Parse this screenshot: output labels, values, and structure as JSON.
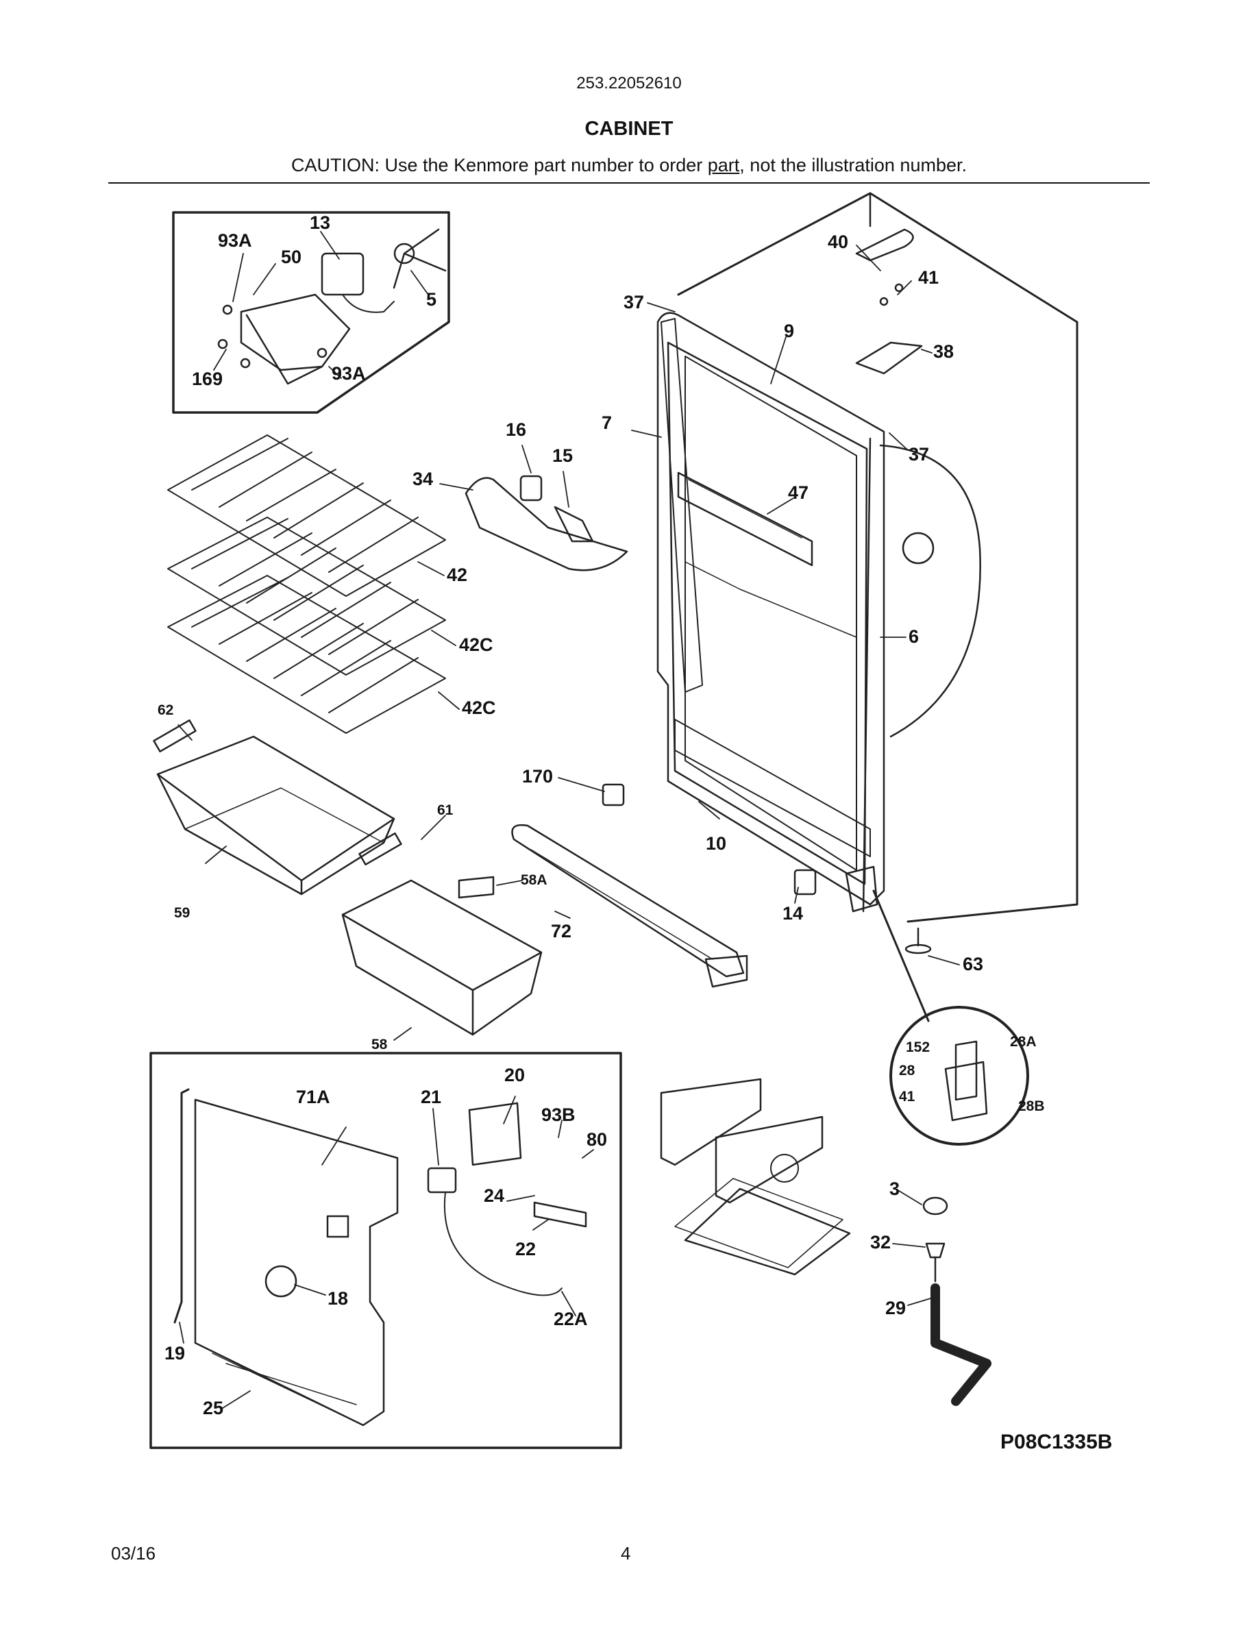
{
  "header": {
    "model_number": "253.22052610",
    "section_title": "CABINET",
    "caution_prefix": "CAUTION: Use the Kenmore part number to order ",
    "caution_link": "part",
    "caution_suffix": ", not the illustration number."
  },
  "diagram": {
    "drawing_number": "P08C1335B",
    "callouts": [
      "13",
      "93A",
      "50",
      "5",
      "169",
      "93A",
      "40",
      "41",
      "37",
      "9",
      "38",
      "7",
      "16",
      "15",
      "34",
      "37",
      "47",
      "6",
      "42",
      "42C",
      "42C",
      "62",
      "61",
      "59",
      "58A",
      "72",
      "58",
      "170",
      "10",
      "14",
      "63",
      "152",
      "28A",
      "28",
      "41",
      "28B",
      "20",
      "71A",
      "21",
      "93B",
      "80",
      "24",
      "22",
      "18",
      "22A",
      "19",
      "25",
      "3",
      "32",
      "29"
    ]
  },
  "footer": {
    "date": "03/16",
    "page_number": "4"
  },
  "colors": {
    "ink": "#111111",
    "background": "#ffffff"
  }
}
